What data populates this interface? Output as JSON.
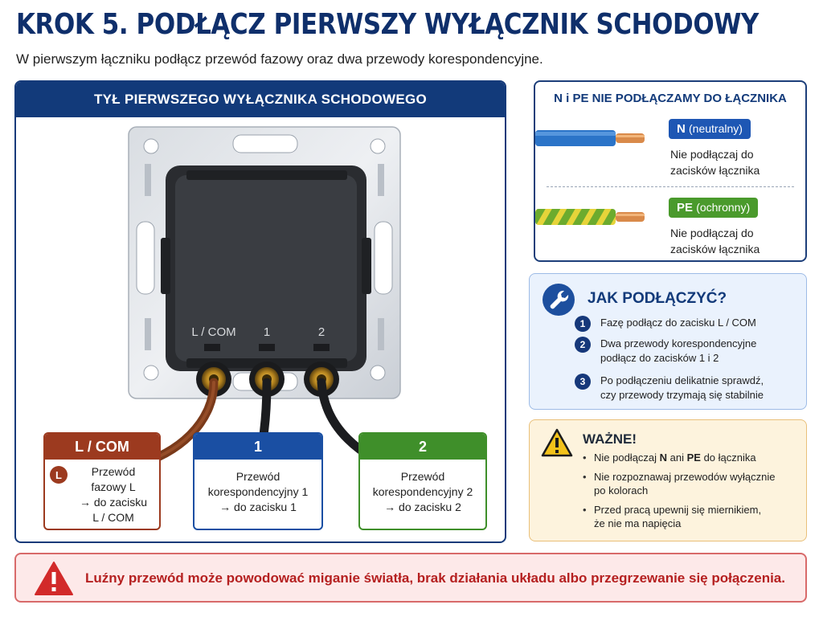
{
  "header": {
    "title": "KROK 5. PODŁĄCZ PIERWSZY WYŁĄCZNIK SCHODOWY",
    "subtitle": "W pierwszym łączniku podłącz przewód fazowy oraz dwa przewody korespondencyjne."
  },
  "left_panel": {
    "title": "TYŁ PIERWSZEGO WYŁĄCZNIKA SCHODOWEGO",
    "terminal_labels": [
      "L / COM",
      "1",
      "2"
    ],
    "cards": [
      {
        "head": "L / COM",
        "badge": "L",
        "lines": [
          "Przewód",
          "fazowy L",
          "→ do zacisku",
          "L / COM"
        ],
        "color": "#9c3a1f"
      },
      {
        "head": "1",
        "lines": [
          "Przewód",
          "korespondencyjny 1",
          "→ do zacisku 1"
        ],
        "color": "#1a4fa3"
      },
      {
        "head": "2",
        "lines": [
          "Przewód",
          "korespondencyjny 2",
          "→ do zacisku 2"
        ],
        "color": "#3f8f2a"
      }
    ]
  },
  "np_panel": {
    "title": "N i PE NIE PODŁĄCZAMY DO ŁĄCZNIKA",
    "n": {
      "code": "N",
      "name": "(neutralny)",
      "desc": [
        "Nie podłączaj do",
        "zacisków łącznika"
      ],
      "color": "#1e57b4"
    },
    "pe": {
      "code": "PE",
      "name": "(ochronny)",
      "desc": [
        "Nie podłączaj do",
        "zacisków łącznika"
      ],
      "color": "#4a9a2c"
    }
  },
  "how": {
    "title": "JAK PODŁĄCZYĆ?",
    "steps": [
      {
        "num": "1",
        "lines": [
          "Fazę podłącz do zacisku L / COM"
        ]
      },
      {
        "num": "2",
        "lines": [
          "Dwa przewody korespondencyjne",
          "podłącz do zacisków 1 i 2"
        ]
      },
      {
        "num": "3",
        "lines": [
          "Po podłączeniu delikatnie sprawdź,",
          "czy przewody trzymają się stabilnie"
        ]
      }
    ]
  },
  "warning": {
    "title": "WAŻNE!",
    "items": [
      {
        "pre": "Nie podłączaj ",
        "b1": "N",
        "mid": " ani ",
        "b2": "PE",
        "post": " do łącznika"
      },
      {
        "lines": [
          "Nie rozpoznawaj przewodów wyłącznie",
          "po kolorach"
        ]
      },
      {
        "lines": [
          "Przed pracą upewnij się miernikiem,",
          "że nie ma napięcia"
        ]
      }
    ]
  },
  "alert": {
    "text": "Luźny przewód może powodować miganie światła, brak działania układu albo przegrzewanie się połączenia."
  },
  "colors": {
    "navy": "#123a7a",
    "brown": "#9c3a1f",
    "blue": "#1a4fa3",
    "green": "#3f8f2a",
    "alert_red": "#b52020"
  }
}
